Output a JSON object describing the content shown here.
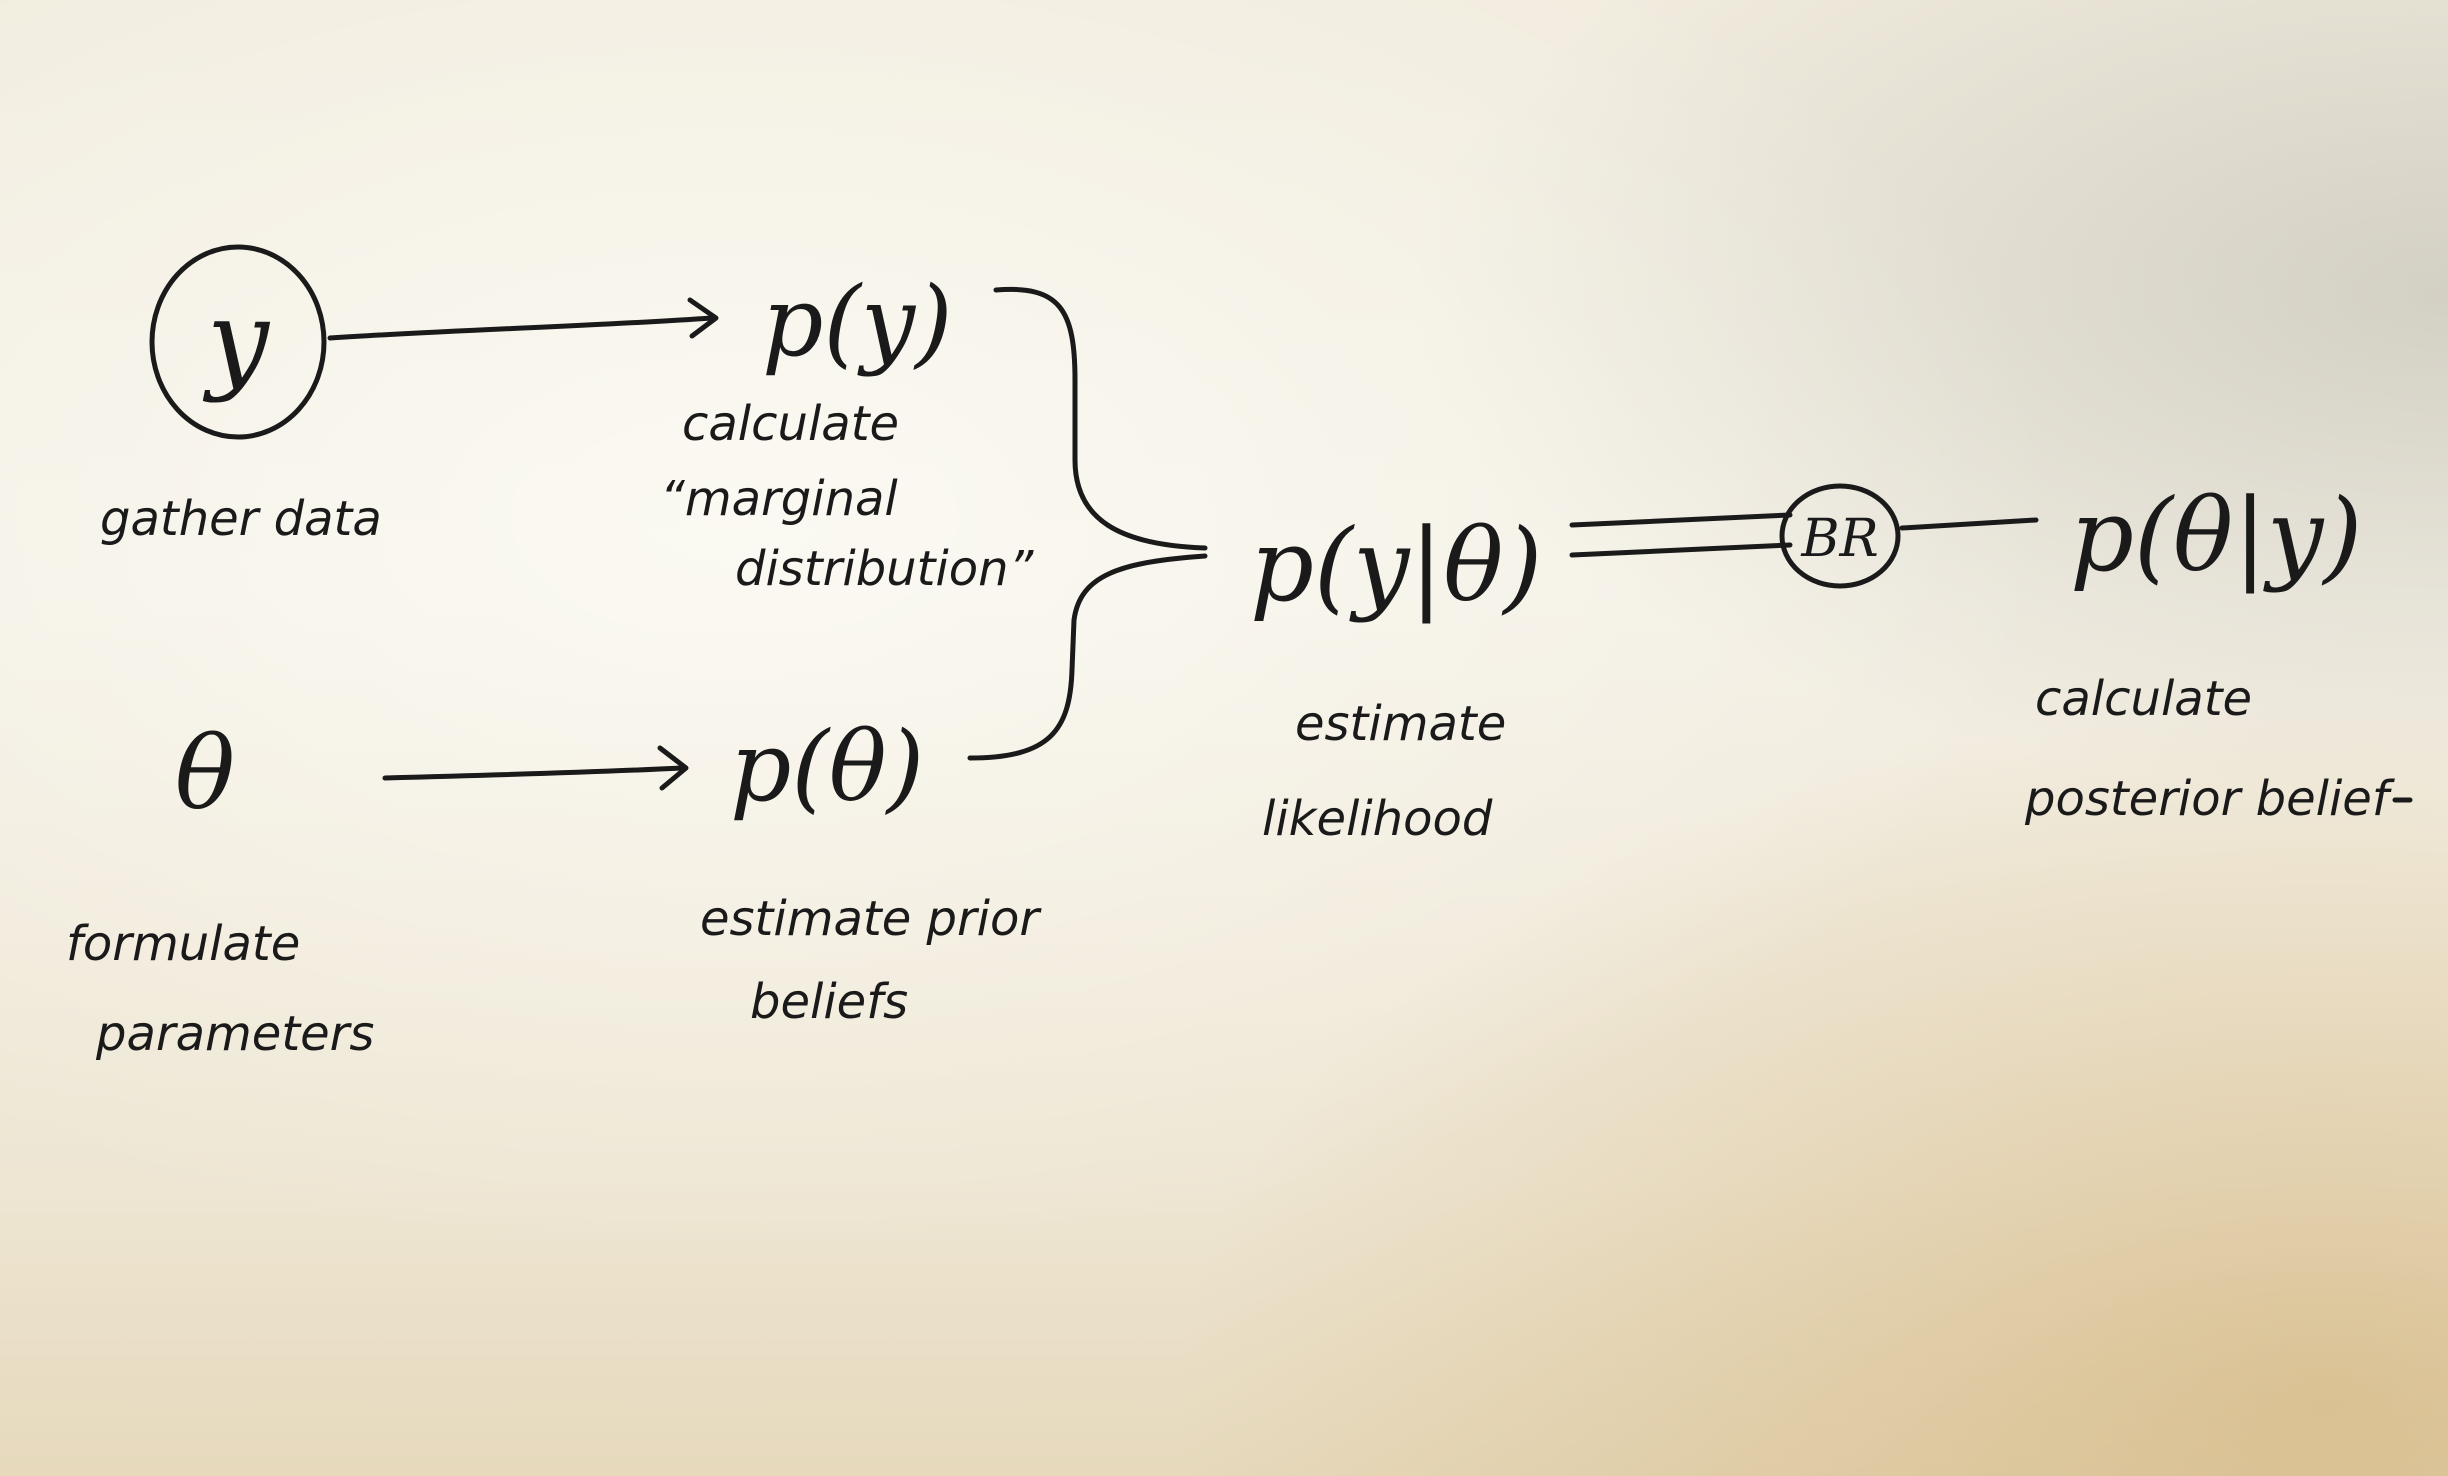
{
  "nodes": {
    "data_node": {
      "symbol": "y",
      "caption": "gather data"
    },
    "param_node": {
      "symbol": "θ",
      "caption_line1": "formulate",
      "caption_line2": "parameters"
    },
    "marginal": {
      "expression": "p(y)",
      "caption_line1": "calculate",
      "caption_line2": "“marginal",
      "caption_line3": "distribution”"
    },
    "prior": {
      "expression": "p(θ)",
      "caption_line1": "estimate prior",
      "caption_line2": "beliefs"
    },
    "likelihood": {
      "expression": "p(y|θ)",
      "caption_line1": "estimate",
      "caption_line2": "likelihood"
    },
    "bayes_rule": {
      "symbol": "BR"
    },
    "posterior": {
      "expression": "p(θ|y)",
      "caption_line1": "calculate",
      "caption_line2": "posterior belief"
    }
  },
  "colors": {
    "ink": "#1a1a1a",
    "paper": "#f1ecde"
  }
}
